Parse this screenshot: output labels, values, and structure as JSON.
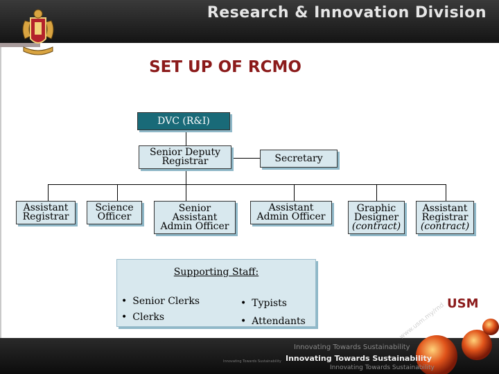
{
  "header": {
    "title": "Research & Innovation Division"
  },
  "slide": {
    "title": "SET UP OF RCMO"
  },
  "org": {
    "dvc": "DVC (R&I)",
    "senior_deputy": "Senior Deputy\nRegistrar",
    "secretary": "Secretary",
    "positions": [
      {
        "label": "Assistant\nRegistrar"
      },
      {
        "label": "Science\nOfficer"
      },
      {
        "label": "Senior\nAssistant\nAdmin Officer"
      },
      {
        "label": "Assistant\nAdmin Officer"
      },
      {
        "label": "Graphic\nDesigner",
        "note": "(contract)"
      },
      {
        "label": "Assistant\nRegistrar",
        "note": "(contract)"
      }
    ]
  },
  "support": {
    "title": "Supporting Staff:",
    "col1": [
      "Senior Clerks",
      "Clerks"
    ],
    "col2": [
      "Typists",
      "Attendants"
    ]
  },
  "footer": {
    "logo": "USM",
    "tagline": "Innovating Towards Sustainability",
    "website": "www.usm.my/rnd"
  },
  "colors": {
    "dark_box": "#196a78",
    "light_box": "#d8e8ee",
    "title": "#8b1a1a"
  }
}
